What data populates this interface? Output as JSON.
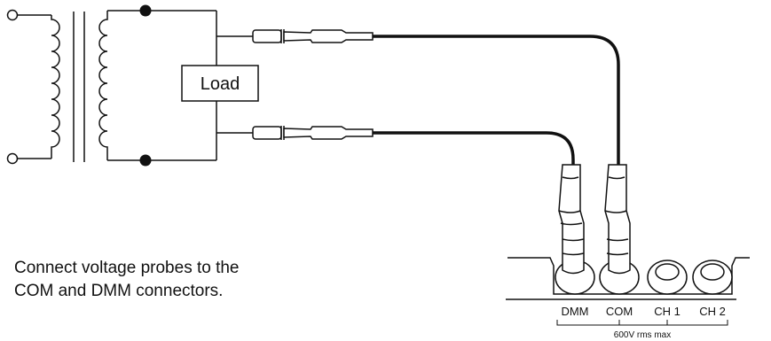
{
  "load_label": "Load",
  "instruction": {
    "line1": "Connect voltage probes to the",
    "line2": "COM and DMM connectors."
  },
  "connectors": [
    {
      "label": "DMM"
    },
    {
      "label": "COM"
    },
    {
      "label": "CH 1"
    },
    {
      "label": "CH 2"
    }
  ],
  "rating_label": "600V rms max"
}
